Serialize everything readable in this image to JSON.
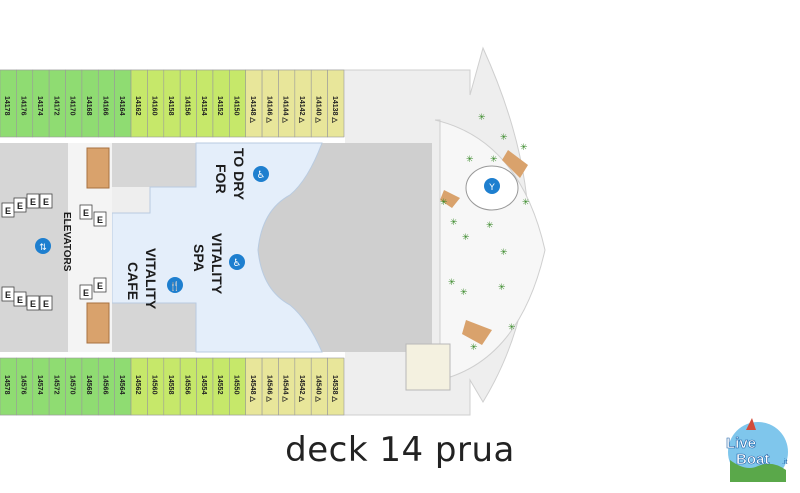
{
  "caption": "deck 14 prua",
  "venues": {
    "to_dry_for": [
      "TO DRY",
      "FOR"
    ],
    "vitality_spa": [
      "VITALITY",
      "SPA"
    ],
    "vitality_cafe": [
      "VITALITY",
      "CAFE"
    ],
    "elevators": "ELEVATORS"
  },
  "cabins_top": [
    "14178",
    "14176",
    "14174",
    "14172",
    "14170",
    "14168",
    "14166",
    "14164",
    "14162",
    "14160",
    "14158",
    "14156",
    "14154",
    "14152",
    "14150",
    "14148",
    "14146",
    "14144",
    "14142",
    "14140",
    "14138"
  ],
  "cabins_bottom": [
    "14578",
    "14576",
    "14574",
    "14572",
    "14570",
    "14568",
    "14566",
    "14564",
    "14562",
    "14560",
    "14558",
    "14556",
    "14554",
    "14552",
    "14550",
    "14548",
    "14546",
    "14544",
    "14542",
    "14540",
    "14538"
  ],
  "accessible_cabins": [
    "14148",
    "14146",
    "14144",
    "14142",
    "14140",
    "14138",
    "14548",
    "14546",
    "14544",
    "14542",
    "14540",
    "14538"
  ],
  "logo": {
    "line1": "Live",
    "line2": "Boat",
    "suffix": ".it"
  },
  "colors": {
    "cabin_green": "#8fdc72",
    "cabin_lime": "#c6e86a",
    "cabin_yellow": "#e8e69a",
    "spa_blue": "#e4eefa",
    "deck_grey": "#d6d6d6",
    "floor_light": "#eeeeee",
    "icon_blue": "#1e7fcf"
  }
}
